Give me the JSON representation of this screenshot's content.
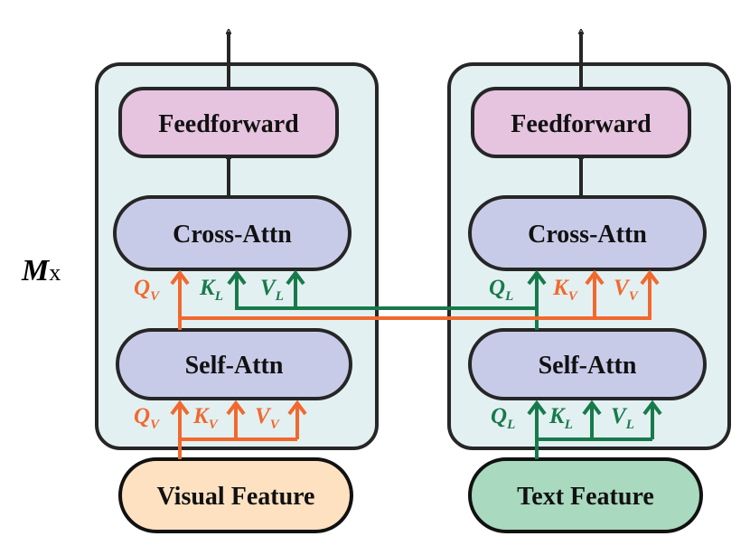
{
  "colors": {
    "orange": "#f0692f",
    "green": "#177a4b",
    "panel": "#e3f0f1",
    "attn": "#c8cbe8",
    "feedforward": "#e6c4e0",
    "visual": "#fde1c1",
    "text": "#a9d9bf",
    "stroke": "#262626"
  },
  "repeat": {
    "symbol": "M",
    "times": "x"
  },
  "left": {
    "feedforward": "Feedforward",
    "cross_attn": "Cross-Attn",
    "self_attn": "Self-Attn",
    "input": "Visual Feature",
    "cross_ports": {
      "q": {
        "main": "Q",
        "sub": "V"
      },
      "k": {
        "main": "K",
        "sub": "L"
      },
      "v": {
        "main": "V",
        "sub": "L"
      }
    },
    "self_ports": {
      "q": {
        "main": "Q",
        "sub": "V"
      },
      "k": {
        "main": "K",
        "sub": "V"
      },
      "v": {
        "main": "V",
        "sub": "V"
      }
    }
  },
  "right": {
    "feedforward": "Feedforward",
    "cross_attn": "Cross-Attn",
    "self_attn": "Self-Attn",
    "input": "Text Feature",
    "cross_ports": {
      "q": {
        "main": "Q",
        "sub": "L"
      },
      "k": {
        "main": "K",
        "sub": "V"
      },
      "v": {
        "main": "V",
        "sub": "V"
      }
    },
    "self_ports": {
      "q": {
        "main": "Q",
        "sub": "L"
      },
      "k": {
        "main": "K",
        "sub": "L"
      },
      "v": {
        "main": "V",
        "sub": "L"
      }
    }
  }
}
